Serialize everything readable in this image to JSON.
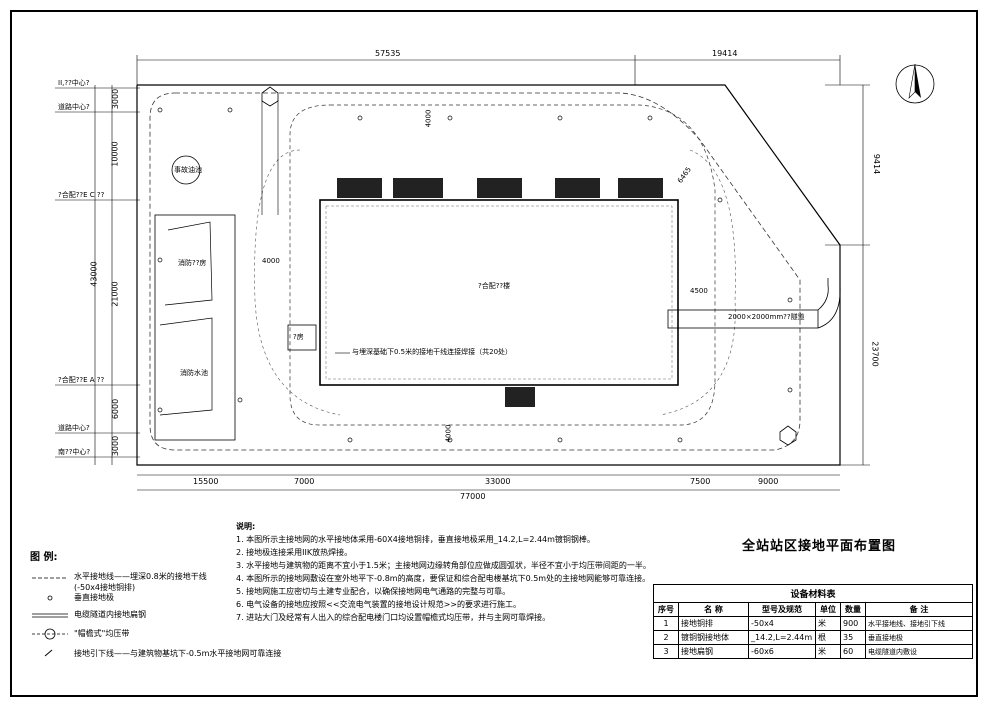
{
  "drawing": {
    "title": "全站站区接地平面布置图",
    "north_symbol": "north-arrow-icon"
  },
  "dimensions": {
    "top_left": "57535",
    "top_right": "19414",
    "right_upper": "9414",
    "right_lower": "23700",
    "left_total": "43000",
    "left_a": "3000",
    "left_b": "10000",
    "left_c": "21000",
    "left_d": "6000",
    "left_e": "3000",
    "bottom_a": "15500",
    "bottom_b": "7000",
    "bottom_c": "33000",
    "bottom_d": "7500",
    "bottom_e": "9000",
    "bottom_total": "77000",
    "inner_4000_top": "4000",
    "inner_4000_left": "4000",
    "inner_4000_bottom": "4000",
    "inner_4500": "4500",
    "inner_6465": "6465"
  },
  "left_labels": {
    "l1": "II,??中心?",
    "l2": "道路中心?",
    "l3": "?合配??E C ??",
    "l4": "?合配??E A ??",
    "l5": "道路中心?",
    "l6": "南??中心?"
  },
  "plan_labels": {
    "building": "?合配??楼",
    "pool": "事故油池",
    "fire_room": "消防??房",
    "fire_pool": "消防水池",
    "small_house": "?房",
    "cable_trench": "2000×2000mm??隧道",
    "callout": "与埋深基础下0.5米的接地干线连接焊接（共20处）"
  },
  "notes": {
    "heading": "说明:",
    "items": [
      "1. 本图所示主接地网的水平接地体采用-60X4接地铜排，垂直接地极采用_14.2,L=2.44m镀铜钢棒。",
      "2. 接地极连接采用IIK放热焊接。",
      "3. 水平接地与建筑物的距离不宜小于1.5米；主接地网边缘转角部位应做成圆弧状，半径不宜小于均压带间距的一半。",
      "4. 本图所示的接地网敷设在室外地平下-0.8m的高度，要保证和综合配电楼基坑下0.5m处的主接地网能够可靠连接。",
      "5. 接地网施工应密切与土建专业配合，以确保接地网电气通路的完整与可靠。",
      "6. 电气设备的接地应按照<<交流电气装置的接地设计规范>>的要求进行施工。",
      "7. 进站大门及经常有人出入的综合配电楼门口均设置帽檐式均压带，并与主网可靠焊接。"
    ]
  },
  "legend": {
    "heading": "图  例:",
    "items": [
      {
        "label": "水平接地线——埋深0.8米的接地干线",
        "sub": "(-50x4接地铜排)"
      },
      {
        "label": "垂直接地极"
      },
      {
        "label": "电缆隧道内接地扁钢"
      },
      {
        "label": "\"帽檐式\"均压带"
      },
      {
        "label": "接地引下线——与建筑物基坑下-0.5m水平接地网可靠连接"
      }
    ]
  },
  "material_table": {
    "caption": "设备材料表",
    "headers": [
      "序号",
      "名    称",
      "型号及规范",
      "单位",
      "数量",
      "备    注"
    ],
    "rows": [
      [
        "1",
        "接地铜排",
        "-50x4",
        "米",
        "900",
        "水平接地线、接地引下线"
      ],
      [
        "2",
        "镀铜钢接地体",
        "_14.2,L=2.44m",
        "根",
        "35",
        "垂直接地极"
      ],
      [
        "3",
        "接地扁钢",
        "-60x6",
        "米",
        "60",
        "电缆隧道内敷设"
      ]
    ]
  }
}
